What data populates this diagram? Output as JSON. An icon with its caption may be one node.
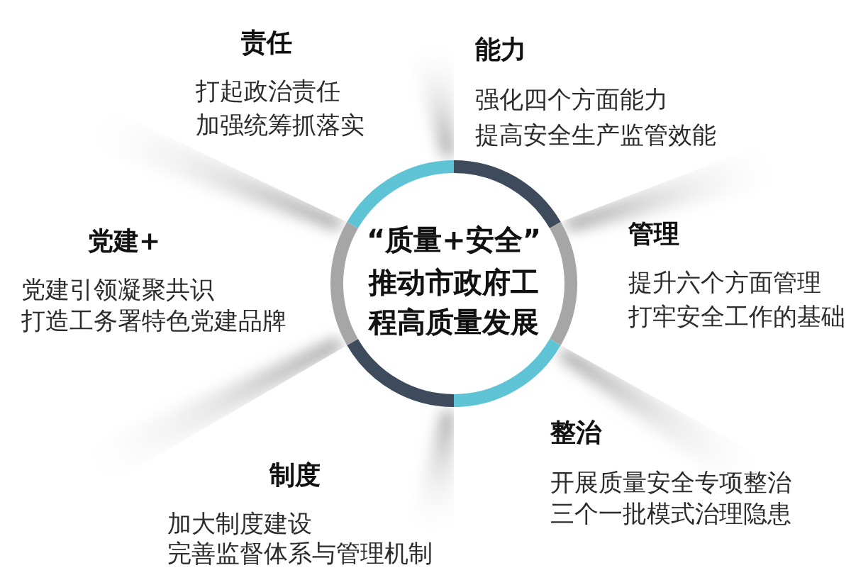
{
  "diagram": {
    "nodes": [
      {
        "text": [
          "“质量+安全”",
          "推动市政府工程高质量发展"
        ]
      },
      {
        "text": [
          "责任",
          "打起政治责任",
          "加强统筹抓落实"
        ]
      },
      {
        "text": [
          "能力",
          "强化四个方面能力",
          "提高安全生产监管效能"
        ]
      },
      {
        "text": [
          "管理",
          "提升六个方面管理",
          "打牢安全工作的基础"
        ]
      },
      {
        "text": [
          "整治",
          "开展质量安全专项整治",
          "三个一批模式治理隐患"
        ]
      },
      {
        "text": [
          "制度",
          "加大制度建设",
          "完善监督体系与管理机制"
        ]
      },
      {
        "text": [
          "党建+",
          "党建引领凝聚共识",
          "打造工务署特色党建品牌"
        ]
      }
    ]
  }
}
